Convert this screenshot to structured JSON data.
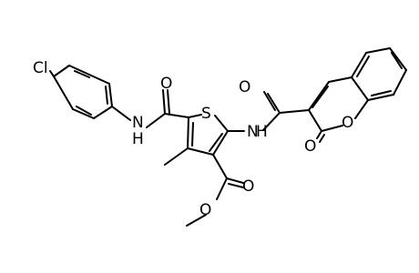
{
  "molecule": {
    "atoms": {
      "cl": "Cl",
      "amide_n1": "N",
      "amide_h1": "H",
      "amide_o1": "O",
      "thiophene_s": "S",
      "amide_n2": "N",
      "amide_h2": "H",
      "amide_o2": "O",
      "ring_o": "O",
      "lactone_o": "O",
      "ester_o_carbonyl": "O",
      "ester_o_ether": "O"
    }
  }
}
